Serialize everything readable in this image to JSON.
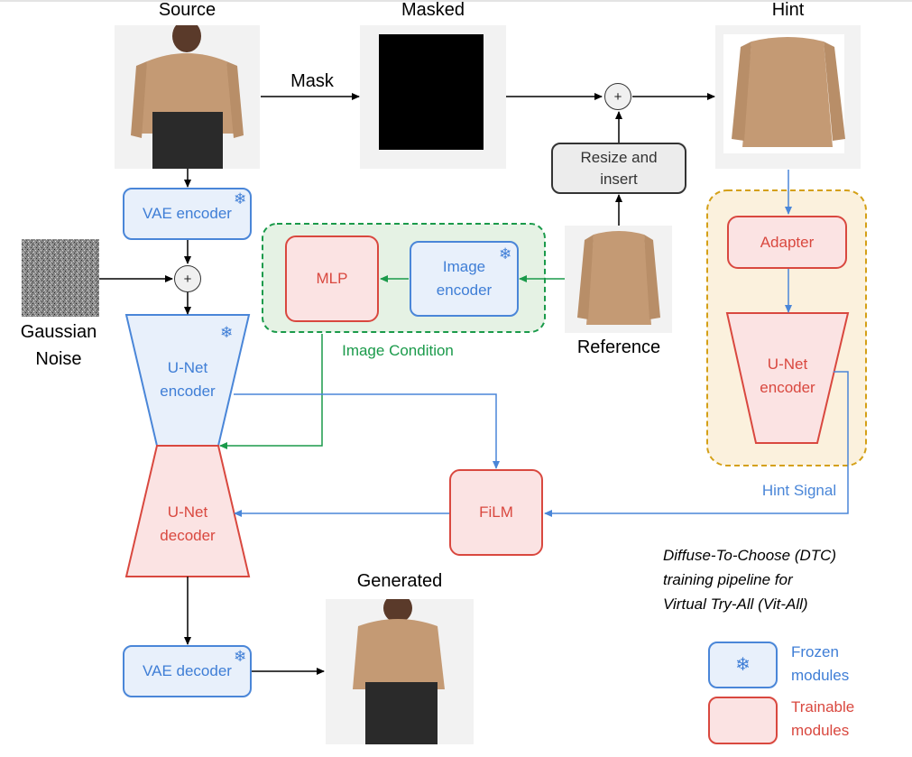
{
  "images": {
    "source": "Source",
    "masked": "Masked",
    "hint": "Hint",
    "generated": "Generated",
    "reference": "Reference",
    "noise": "Gaussian Noise"
  },
  "noise_lines": [
    "Gaussian",
    "Noise"
  ],
  "edges": {
    "mask": "Mask",
    "image_condition": "Image Condition",
    "hint_signal": "Hint Signal"
  },
  "modules": {
    "vae_encoder": "VAE encoder",
    "vae_decoder": "VAE decoder",
    "resize_insert": [
      "Resize and",
      "insert"
    ],
    "mlp": "MLP",
    "image_encoder": [
      "Image",
      "encoder"
    ],
    "adapter": "Adapter",
    "unet_encoder_main": [
      "U-Net",
      "encoder"
    ],
    "unet_decoder_main": [
      "U-Net",
      "decoder"
    ],
    "unet_encoder_hint": [
      "U-Net",
      "encoder"
    ],
    "film": "FiLM",
    "plus_symbol": "+"
  },
  "caption": [
    "Diffuse-To-Choose (DTC)",
    "training pipeline for",
    "Virtual Try-All (Vit-All)"
  ],
  "legend": {
    "frozen": [
      "Frozen",
      "modules"
    ],
    "trainable": [
      "Trainable",
      "modules"
    ]
  },
  "icons": {
    "frozen": "snowflake-icon",
    "plus": "plus-circle-icon"
  },
  "colors": {
    "frozen_border": "#4a86d8",
    "frozen_fill": "#e8f0fb",
    "trainable_border": "#d9483f",
    "trainable_fill": "#fbe3e3",
    "image_condition_green": "#1a9a4a",
    "hint_group_border": "#d4a017",
    "hint_group_fill": "#fbf1dd"
  }
}
